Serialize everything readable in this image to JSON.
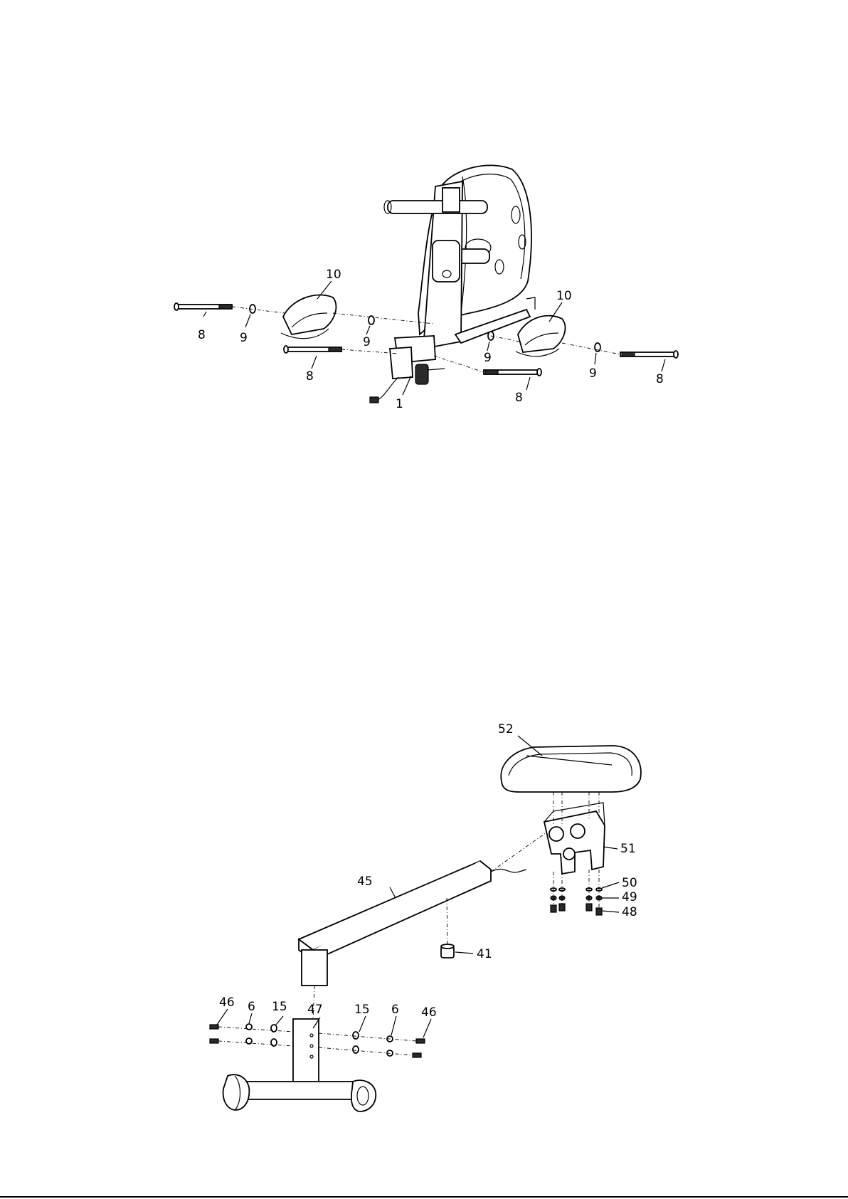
{
  "diagram_top": {
    "labels": [
      {
        "key": "part-10-left",
        "text": "10"
      },
      {
        "key": "part-10-right",
        "text": "10"
      },
      {
        "key": "part-8-a",
        "text": "8"
      },
      {
        "key": "part-9-a",
        "text": "9"
      },
      {
        "key": "part-9-b",
        "text": "9"
      },
      {
        "key": "part-8-b",
        "text": "8"
      },
      {
        "key": "part-9-c",
        "text": "9"
      },
      {
        "key": "part-9-d",
        "text": "9"
      },
      {
        "key": "part-8-c",
        "text": "8"
      },
      {
        "key": "part-8-d",
        "text": "8"
      },
      {
        "key": "part-1",
        "text": "1"
      }
    ]
  },
  "diagram_bottom": {
    "labels": [
      {
        "key": "part-52",
        "text": "52"
      },
      {
        "key": "part-51",
        "text": "51"
      },
      {
        "key": "part-50",
        "text": "50"
      },
      {
        "key": "part-49",
        "text": "49"
      },
      {
        "key": "part-48",
        "text": "48"
      },
      {
        "key": "part-45",
        "text": "45"
      },
      {
        "key": "part-41",
        "text": "41"
      },
      {
        "key": "part-46-left",
        "text": "46"
      },
      {
        "key": "part-6-left",
        "text": "6"
      },
      {
        "key": "part-15-left",
        "text": "15"
      },
      {
        "key": "part-47",
        "text": "47"
      },
      {
        "key": "part-15-right",
        "text": "15"
      },
      {
        "key": "part-6-right",
        "text": "6"
      },
      {
        "key": "part-46-right",
        "text": "46"
      }
    ]
  }
}
